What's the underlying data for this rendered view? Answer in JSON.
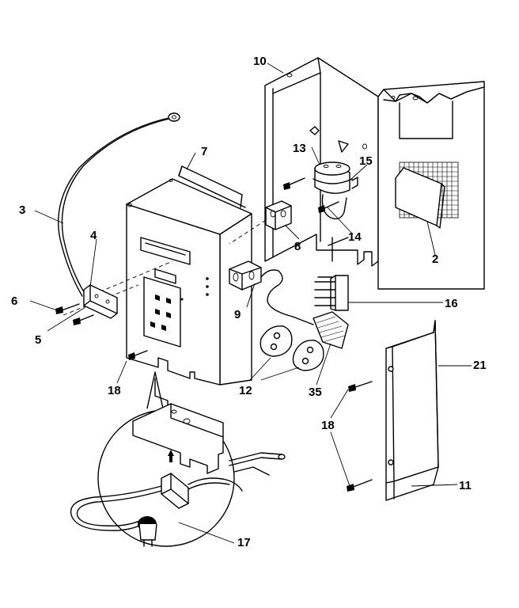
{
  "callouts": {
    "c2": "2",
    "c3": "3",
    "c4": "4",
    "c5": "5",
    "c6": "6",
    "c7": "7",
    "c8": "8",
    "c9": "9",
    "c10": "10",
    "c11": "11",
    "c12": "12",
    "c13": "13",
    "c14": "14",
    "c15": "15",
    "c16": "16",
    "c17": "17",
    "c18a": "18",
    "c18b": "18",
    "c21": "21",
    "c35": "35"
  }
}
